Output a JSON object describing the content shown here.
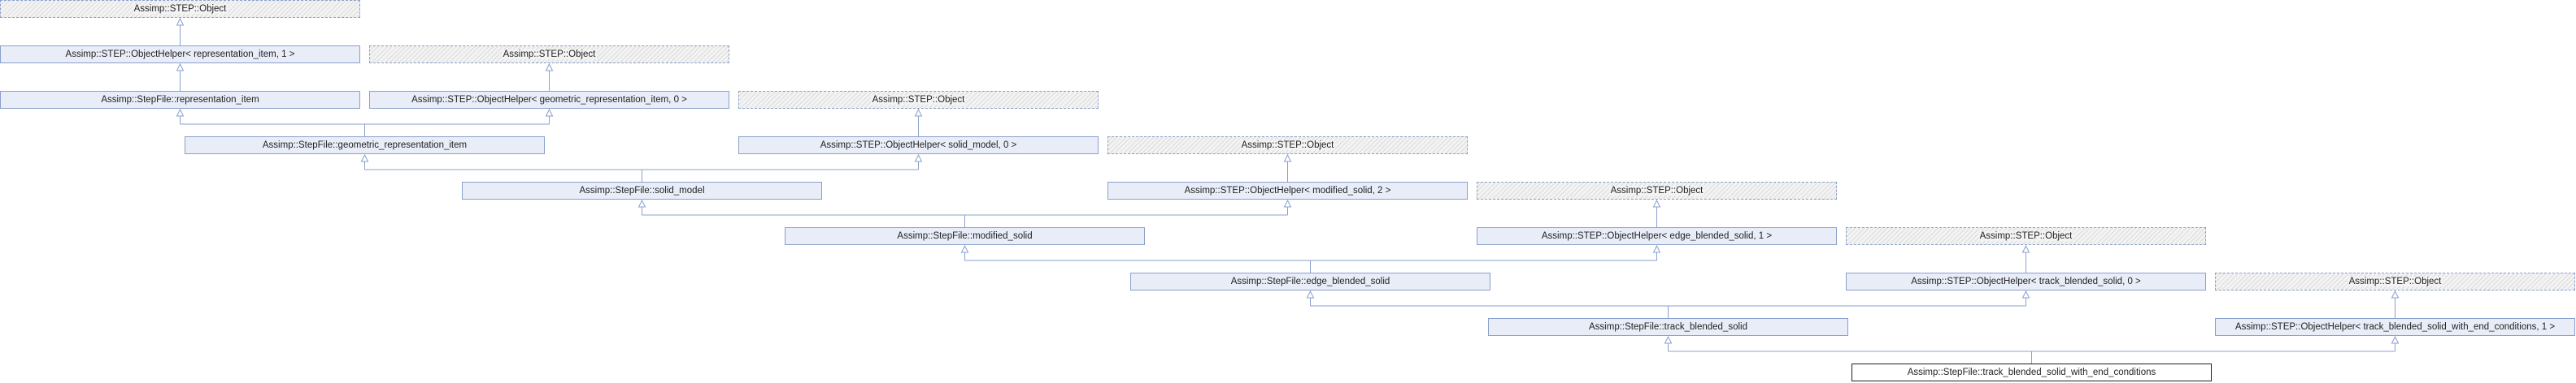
{
  "diagram": {
    "colors": {
      "edge": "#8aa0cc",
      "node_fill": "#e8edf8",
      "node_border": "#8aa0cc",
      "current_border": "#202020"
    },
    "nodes": [
      {
        "id": "obj_a",
        "label": "Assimp::STEP::Object",
        "kind": "ext",
        "col": 0,
        "row": 0
      },
      {
        "id": "oh_ri",
        "label": "Assimp::STEP::ObjectHelper< representation_item, 1 >",
        "kind": "cls",
        "col": 0,
        "row": 1
      },
      {
        "id": "obj_b",
        "label": "Assimp::STEP::Object",
        "kind": "ext",
        "col": 1,
        "row": 1
      },
      {
        "id": "ri",
        "label": "Assimp::StepFile::representation_item",
        "kind": "cls",
        "col": 0,
        "row": 2
      },
      {
        "id": "oh_gri",
        "label": "Assimp::STEP::ObjectHelper< geometric_representation_item, 0 >",
        "kind": "cls",
        "col": 1,
        "row": 2
      },
      {
        "id": "obj_c",
        "label": "Assimp::STEP::Object",
        "kind": "ext",
        "col": 2,
        "row": 2
      },
      {
        "id": "gri",
        "label": "Assimp::StepFile::geometric_representation_item",
        "kind": "cls",
        "col": 0.5,
        "row": 3
      },
      {
        "id": "oh_sm",
        "label": "Assimp::STEP::ObjectHelper< solid_model, 0 >",
        "kind": "cls",
        "col": 2,
        "row": 3
      },
      {
        "id": "obj_d",
        "label": "Assimp::STEP::Object",
        "kind": "ext",
        "col": 3,
        "row": 3
      },
      {
        "id": "sm",
        "label": "Assimp::StepFile::solid_model",
        "kind": "cls",
        "col": 1.25,
        "row": 4
      },
      {
        "id": "oh_ms",
        "label": "Assimp::STEP::ObjectHelper< modified_solid, 2 >",
        "kind": "cls",
        "col": 3,
        "row": 4
      },
      {
        "id": "obj_e",
        "label": "Assimp::STEP::Object",
        "kind": "ext",
        "col": 4,
        "row": 4
      },
      {
        "id": "ms",
        "label": "Assimp::StepFile::modified_solid",
        "kind": "cls",
        "col": 2.125,
        "row": 5
      },
      {
        "id": "oh_ebs",
        "label": "Assimp::STEP::ObjectHelper< edge_blended_solid, 1 >",
        "kind": "cls",
        "col": 4,
        "row": 5
      },
      {
        "id": "obj_f",
        "label": "Assimp::STEP::Object",
        "kind": "ext",
        "col": 5,
        "row": 5
      },
      {
        "id": "ebs",
        "label": "Assimp::StepFile::edge_blended_solid",
        "kind": "cls",
        "col": 3.0625,
        "row": 6
      },
      {
        "id": "oh_tbs",
        "label": "Assimp::STEP::ObjectHelper< track_blended_solid, 0 >",
        "kind": "cls",
        "col": 5,
        "row": 6
      },
      {
        "id": "obj_g",
        "label": "Assimp::STEP::Object",
        "kind": "ext",
        "col": 6,
        "row": 6
      },
      {
        "id": "tbs",
        "label": "Assimp::StepFile::track_blended_solid",
        "kind": "cls",
        "col": 4.03125,
        "row": 7
      },
      {
        "id": "oh_tbswec",
        "label": "Assimp::STEP::ObjectHelper< track_blended_solid_with_end_conditions, 1 >",
        "kind": "cls",
        "col": 6,
        "row": 7
      },
      {
        "id": "tbswec",
        "label": "Assimp::StepFile::track_blended_solid_with_end_conditions",
        "kind": "cur",
        "col": 5.015625,
        "row": 8
      }
    ],
    "edges": [
      [
        "oh_ri",
        "obj_a"
      ],
      [
        "ri",
        "oh_ri"
      ],
      [
        "oh_gri",
        "obj_b"
      ],
      [
        "gri",
        "ri"
      ],
      [
        "gri",
        "oh_gri"
      ],
      [
        "oh_sm",
        "obj_c"
      ],
      [
        "sm",
        "gri"
      ],
      [
        "sm",
        "oh_sm"
      ],
      [
        "oh_ms",
        "obj_d"
      ],
      [
        "ms",
        "sm"
      ],
      [
        "ms",
        "oh_ms"
      ],
      [
        "oh_ebs",
        "obj_e"
      ],
      [
        "ebs",
        "ms"
      ],
      [
        "ebs",
        "oh_ebs"
      ],
      [
        "oh_tbs",
        "obj_f"
      ],
      [
        "tbs",
        "ebs"
      ],
      [
        "tbs",
        "oh_tbs"
      ],
      [
        "oh_tbswec",
        "obj_g"
      ],
      [
        "tbswec",
        "tbs"
      ],
      [
        "tbswec",
        "oh_tbswec"
      ]
    ]
  }
}
